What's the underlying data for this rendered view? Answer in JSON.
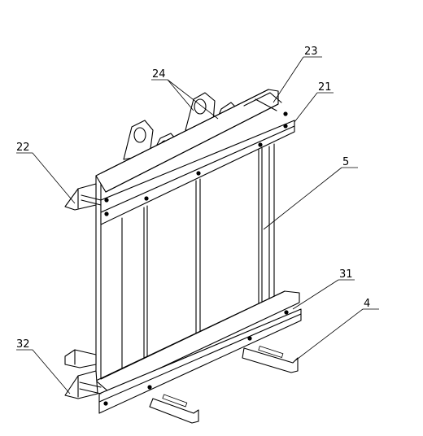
{
  "labels": {
    "l23": "23",
    "l24": "24",
    "l21": "21",
    "l22": "22",
    "l5": "5",
    "l31": "31",
    "l4": "4",
    "l32": "32"
  }
}
